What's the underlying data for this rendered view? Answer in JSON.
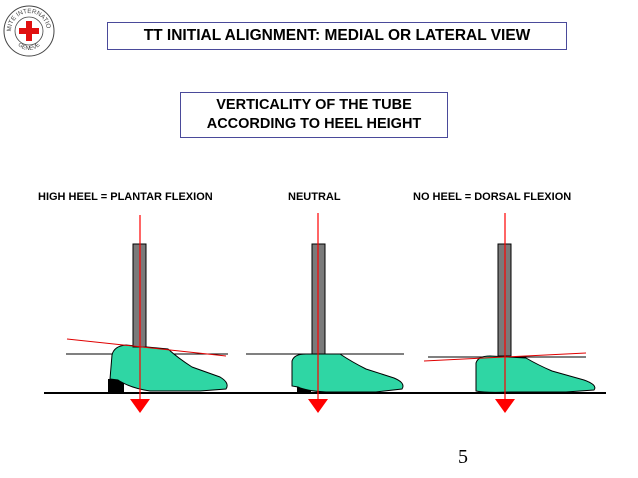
{
  "header": {
    "title": "TT INITIAL ALIGNMENT: MEDIAL OR LATERAL VIEW",
    "subtitle_line1": "VERTICALITY OF THE TUBE",
    "subtitle_line2": "ACCORDING TO HEEL HEIGHT"
  },
  "logo": {
    "text_top": "COMITE INTERNATIONAL",
    "text_bottom": "GENEVE",
    "icon": "red-cross-emblem"
  },
  "panels": [
    {
      "label": "HIGH HEEL = PLANTAR FLEXION",
      "heel": "high"
    },
    {
      "label": "NEUTRAL",
      "heel": "neutral"
    },
    {
      "label": "NO HEEL =  DORSAL FLEXION",
      "heel": "none"
    }
  ],
  "page_number": "5",
  "colors": {
    "foot": "#2fd6a4",
    "tube": "#7a7a7a",
    "plumb_line": "#ff0000",
    "heel_block": "#000000",
    "box_border": "#4a4a9a"
  }
}
